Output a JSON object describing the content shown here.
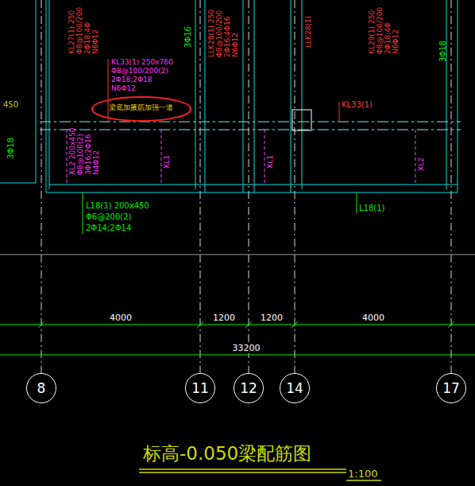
{
  "diagram": {
    "title": "标高-0.050梁配筋图",
    "nodes": [
      {
        "text": [
          "8"
        ]
      },
      {
        "text": [
          "11"
        ]
      },
      {
        "text": [
          "12"
        ]
      },
      {
        "text": [
          "14"
        ]
      },
      {
        "text": [
          "17"
        ]
      }
    ],
    "labels": [
      "450",
      "3Φ18",
      "KL27(1) 250",
      "Φ8@100/200",
      "2Φ18;4Φ",
      "N6Φ12",
      "3Φ16",
      "LLK28(1) 250",
      "Φ8@100/200",
      "2Φ16;4Φ16",
      "N6Φ12",
      "LLK28(1)",
      "KL29(1) 250",
      "Φ8@100/200",
      "2Φ18;4Φ",
      "N6Φ12",
      "3Φ18",
      "KL33(1) 250x760",
      "Φ8@100/200(2)",
      "2Φ18;2Φ18",
      "N6Φ12",
      "梁底加腋筋加强一道",
      "XL2 200x450",
      "Φ8@100(2)",
      "3Φ16;2Φ16",
      "N4Φ12",
      "XL1",
      "XL1",
      "XL2",
      "KL33(1)",
      "L18(1) 200x450",
      "Φ6@200(2)",
      "2Φ14;2Φ14",
      "L18(1)",
      "4000",
      "1200",
      "1200",
      "4000",
      "33200",
      "1:100"
    ]
  }
}
